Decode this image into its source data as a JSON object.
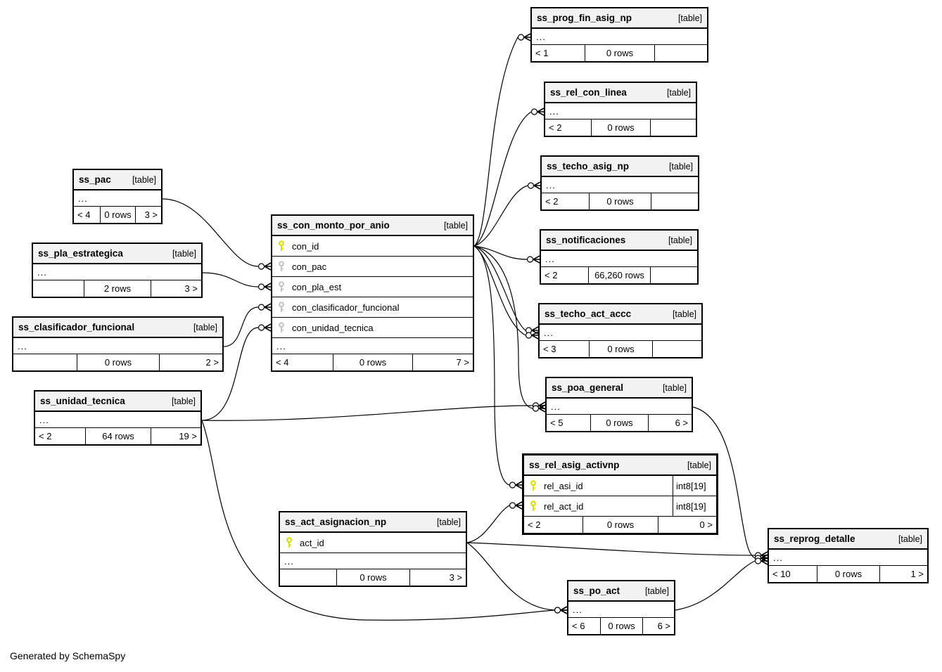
{
  "page": {
    "footer_note": "Generated by SchemaSpy"
  },
  "diagram": {
    "ellipsis_label": "...",
    "colors": {
      "pk_key": "#dede00",
      "fk_key": "#c4c4c4",
      "header_bg": "#f2f2f2",
      "line": "#000000"
    },
    "tables": [
      {
        "name": "ss_pac",
        "tag": "[table]",
        "emphasized": false,
        "columns": [],
        "has_ellipsis": true,
        "stats": [
          "< 4",
          "0 rows",
          "3 >"
        ]
      },
      {
        "name": "ss_pla_estrategica",
        "tag": "[table]",
        "emphasized": false,
        "columns": [],
        "has_ellipsis": true,
        "stats": [
          "",
          "2 rows",
          "3 >"
        ]
      },
      {
        "name": "ss_clasificador_funcional",
        "tag": "[table]",
        "emphasized": false,
        "columns": [],
        "has_ellipsis": true,
        "stats": [
          "",
          "0 rows",
          "2 >"
        ]
      },
      {
        "name": "ss_unidad_tecnica",
        "tag": "[table]",
        "emphasized": false,
        "columns": [],
        "has_ellipsis": true,
        "stats": [
          "< 2",
          "64 rows",
          "19 >"
        ]
      },
      {
        "name": "ss_con_monto_por_anio",
        "tag": "[table]",
        "emphasized": false,
        "columns": [
          {
            "name": "con_id",
            "key": "pk",
            "type": ""
          },
          {
            "name": "con_pac",
            "key": "fk",
            "type": ""
          },
          {
            "name": "con_pla_est",
            "key": "fk",
            "type": ""
          },
          {
            "name": "con_clasificador_funcional",
            "key": "fk",
            "type": ""
          },
          {
            "name": "con_unidad_tecnica",
            "key": "fk",
            "type": ""
          }
        ],
        "has_ellipsis": true,
        "stats": [
          "< 4",
          "0 rows",
          "7 >"
        ]
      },
      {
        "name": "ss_prog_fin_asig_np",
        "tag": "[table]",
        "emphasized": false,
        "columns": [],
        "has_ellipsis": true,
        "stats": [
          "< 1",
          "0 rows",
          ""
        ]
      },
      {
        "name": "ss_rel_con_linea",
        "tag": "[table]",
        "emphasized": false,
        "columns": [],
        "has_ellipsis": true,
        "stats": [
          "< 2",
          "0 rows",
          ""
        ]
      },
      {
        "name": "ss_techo_asig_np",
        "tag": "[table]",
        "emphasized": false,
        "columns": [],
        "has_ellipsis": true,
        "stats": [
          "< 2",
          "0 rows",
          ""
        ]
      },
      {
        "name": "ss_notificaciones",
        "tag": "[table]",
        "emphasized": false,
        "columns": [],
        "has_ellipsis": true,
        "stats": [
          "< 2",
          "66,260 rows",
          ""
        ]
      },
      {
        "name": "ss_techo_act_accc",
        "tag": "[table]",
        "emphasized": false,
        "columns": [],
        "has_ellipsis": true,
        "stats": [
          "< 3",
          "0 rows",
          ""
        ]
      },
      {
        "name": "ss_poa_general",
        "tag": "[table]",
        "emphasized": false,
        "columns": [],
        "has_ellipsis": true,
        "stats": [
          "< 5",
          "0 rows",
          "6 >"
        ]
      },
      {
        "name": "ss_rel_asig_activnp",
        "tag": "[table]",
        "emphasized": true,
        "columns": [
          {
            "name": "rel_asi_id",
            "key": "pk",
            "type": "int8[19]"
          },
          {
            "name": "rel_act_id",
            "key": "pk",
            "type": "int8[19]"
          }
        ],
        "has_ellipsis": false,
        "stats": [
          "< 2",
          "0 rows",
          "0 >"
        ]
      },
      {
        "name": "ss_act_asignacion_np",
        "tag": "[table]",
        "emphasized": false,
        "columns": [
          {
            "name": "act_id",
            "key": "pk",
            "type": ""
          }
        ],
        "has_ellipsis": true,
        "stats": [
          "",
          "0 rows",
          "3 >"
        ]
      },
      {
        "name": "ss_po_act",
        "tag": "[table]",
        "emphasized": false,
        "columns": [],
        "has_ellipsis": true,
        "stats": [
          "< 6",
          "0 rows",
          "6 >"
        ]
      },
      {
        "name": "ss_reprog_detalle",
        "tag": "[table]",
        "emphasized": false,
        "columns": [],
        "has_ellipsis": true,
        "stats": [
          "< 10",
          "0 rows",
          "1 >"
        ]
      }
    ],
    "relationships": [
      {
        "from": "ss_pac",
        "to": "ss_con_monto_por_anio.con_pac"
      },
      {
        "from": "ss_pla_estrategica",
        "to": "ss_con_monto_por_anio.con_pla_est"
      },
      {
        "from": "ss_clasificador_funcional",
        "to": "ss_con_monto_por_anio.con_clasificador_funcional"
      },
      {
        "from": "ss_unidad_tecnica",
        "to": "ss_con_monto_por_anio.con_unidad_tecnica"
      },
      {
        "from": "ss_unidad_tecnica",
        "to": "ss_poa_general"
      },
      {
        "from": "ss_unidad_tecnica",
        "to": "ss_po_act"
      },
      {
        "from": "ss_con_monto_por_anio.con_id",
        "to": "ss_prog_fin_asig_np"
      },
      {
        "from": "ss_con_monto_por_anio.con_id",
        "to": "ss_rel_con_linea"
      },
      {
        "from": "ss_con_monto_por_anio.con_id",
        "to": "ss_techo_asig_np"
      },
      {
        "from": "ss_con_monto_por_anio.con_id",
        "to": "ss_notificaciones"
      },
      {
        "from": "ss_con_monto_por_anio.con_id",
        "to": "ss_techo_act_accc"
      },
      {
        "from": "ss_con_monto_por_anio.con_id",
        "to": "ss_techo_act_accc"
      },
      {
        "from": "ss_con_monto_por_anio.con_id",
        "to": "ss_poa_general"
      },
      {
        "from": "ss_con_monto_por_anio.con_id",
        "to": "ss_rel_asig_activnp.rel_asi_id"
      },
      {
        "from": "ss_act_asignacion_np.act_id",
        "to": "ss_rel_asig_activnp.rel_act_id"
      },
      {
        "from": "ss_act_asignacion_np.act_id",
        "to": "ss_reprog_detalle"
      },
      {
        "from": "ss_act_asignacion_np.act_id",
        "to": "ss_po_act"
      },
      {
        "from": "ss_poa_general",
        "to": "ss_reprog_detalle"
      },
      {
        "from": "ss_po_act",
        "to": "ss_reprog_detalle"
      }
    ]
  }
}
